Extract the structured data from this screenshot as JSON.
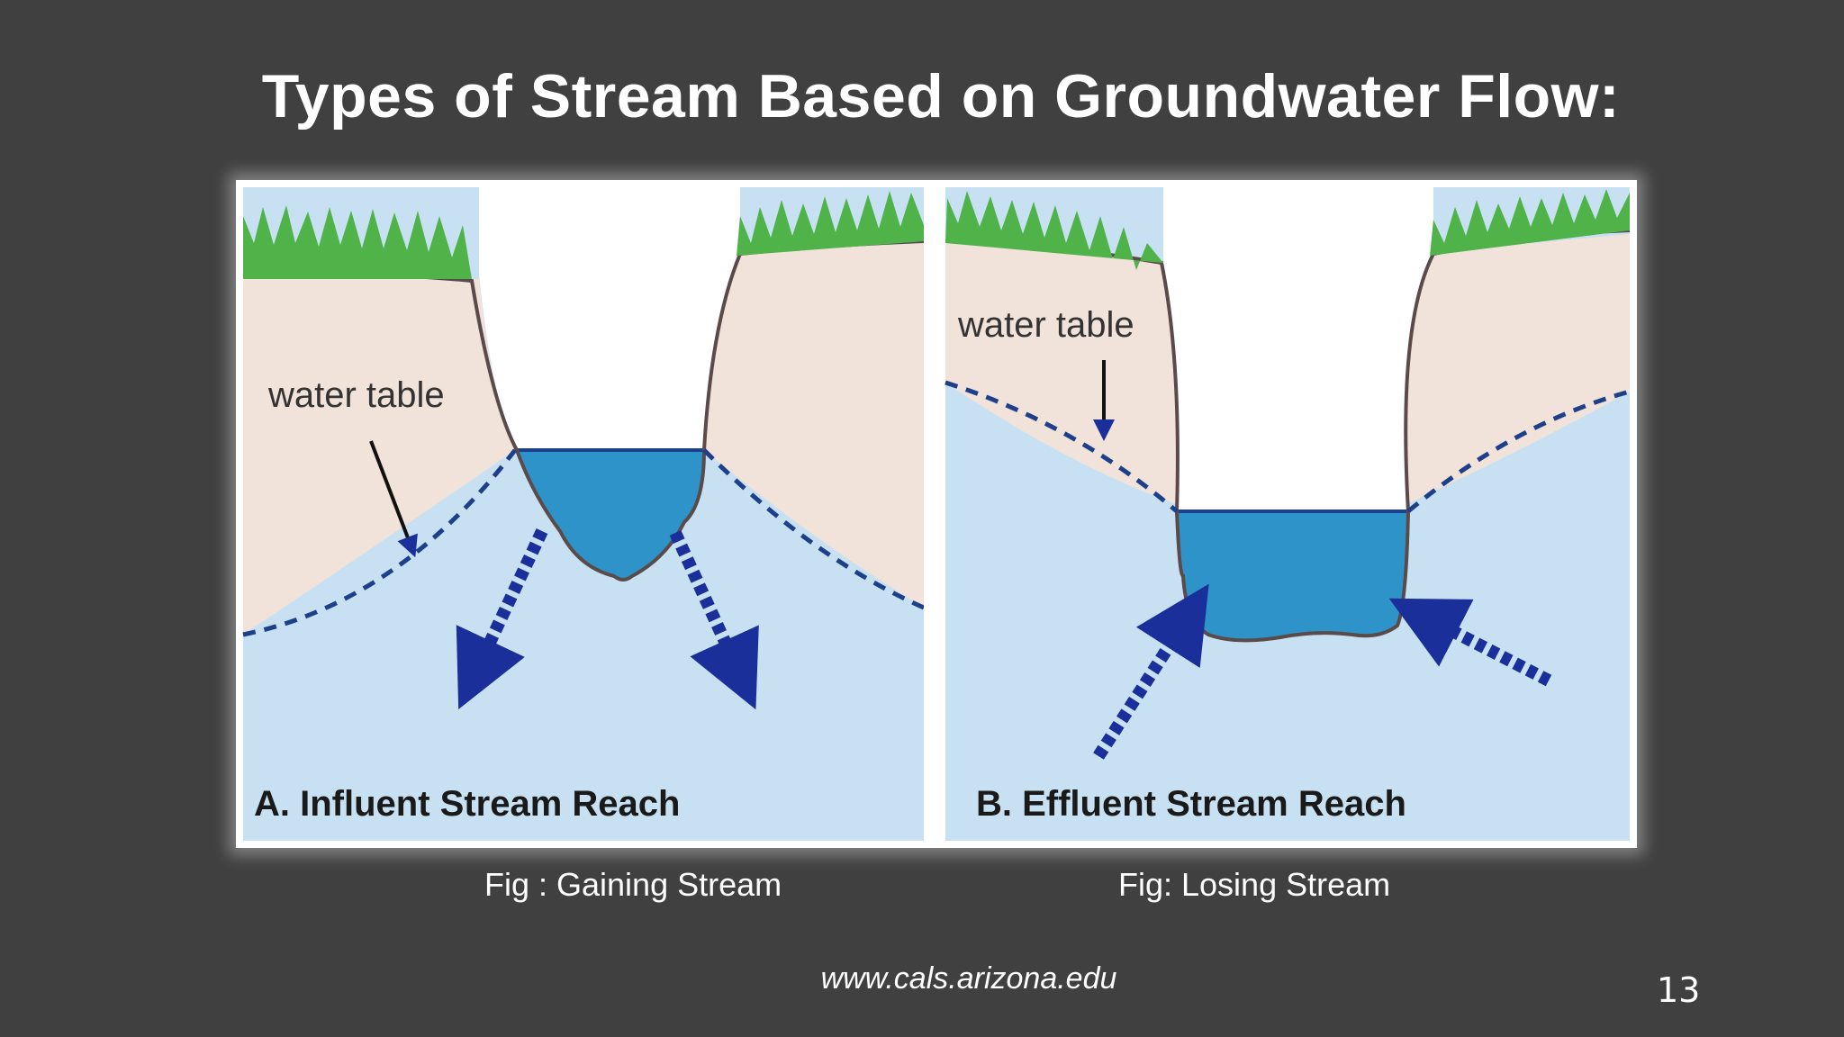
{
  "slide": {
    "title": "Types of Stream Based on Groundwater Flow:",
    "source": "www.cals.arizona.edu",
    "page_number": "13"
  },
  "panels": [
    {
      "label": "A. Influent Stream Reach",
      "water_table_label": "water table",
      "caption": "Fig : Gaining Stream"
    },
    {
      "label": "B. Effluent Stream Reach",
      "water_table_label": "water table",
      "caption": "Fig: Losing Stream"
    }
  ],
  "colors": {
    "slide_background": "#404040",
    "soil": "#f1e2da",
    "groundwater": "#c7e1f3",
    "stream_water": "#2e93c8",
    "water_table_line": "#1e3f8a",
    "flow_arrows": "#1a2f9a",
    "grass": "#4fb34a",
    "ground_outline": "#5a4a4a"
  }
}
